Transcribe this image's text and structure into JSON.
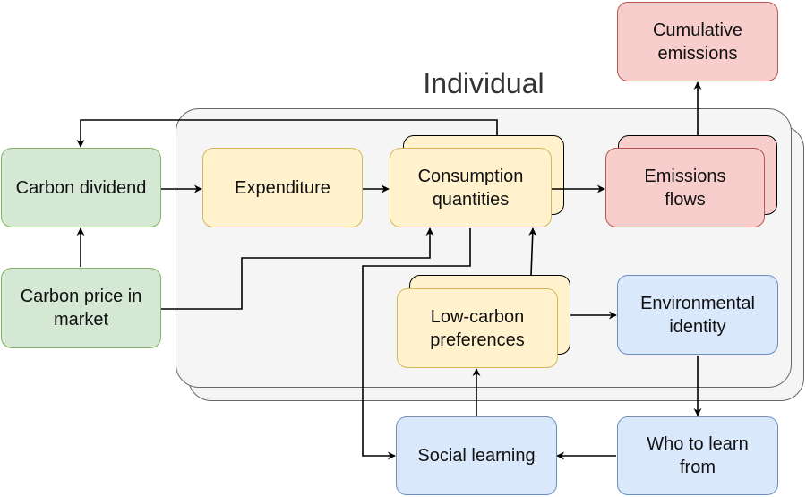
{
  "panel": {
    "title": "Individual"
  },
  "nodes": {
    "carbon_dividend": "Carbon dividend",
    "carbon_price": "Carbon price in\nmarket",
    "expenditure": "Expenditure",
    "consumption": "Consumption\nquantities",
    "emissions_flows": "Emissions\nflows",
    "cumulative": "Cumulative\nemissions",
    "low_carbon": "Low-carbon\npreferences",
    "env_identity": "Environmental\nidentity",
    "social_learning": "Social learning",
    "who_to_learn": "Who to learn\nfrom"
  },
  "colors": {
    "green_fill": "#d5e8d4",
    "green_stroke": "#82b366",
    "yellow_fill": "#fff2cc",
    "yellow_stroke": "#d6b656",
    "red_fill": "#f8cecc",
    "red_stroke": "#b85450",
    "blue_fill": "#dae8fc",
    "blue_stroke": "#6c8ebf",
    "panel_fill": "#f5f5f5",
    "panel_stroke": "#666666"
  }
}
